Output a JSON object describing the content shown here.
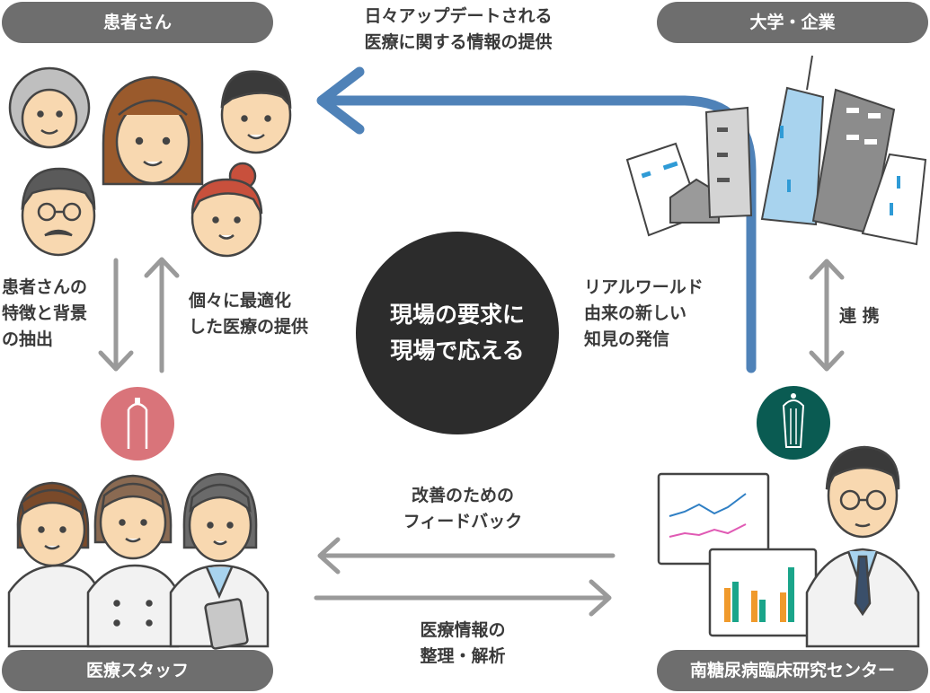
{
  "labels": {
    "patients": "患者さん",
    "university": "大学・企業",
    "medical_staff": "医療スタッフ",
    "center": "南糖尿病臨床研究センター"
  },
  "center_text": [
    "現場の要求に",
    "現場で応える"
  ],
  "arrow_texts": {
    "top": [
      "日々アップデートされる",
      "医療に関する情報の提供"
    ],
    "left_down": [
      "患者さんの",
      "特徴と背景",
      "の抽出"
    ],
    "left_up": [
      "個々に最適化",
      "した医療の提供"
    ],
    "right_middle": [
      "リアルワールド",
      "由来の新しい",
      "知見の発信"
    ],
    "right_link": "連 携",
    "feedback": [
      "改善のための",
      "フィードバック"
    ],
    "analysis": [
      "医療情報の",
      "整理・解析"
    ]
  },
  "colors": {
    "pill_bg": "#6e6e6e",
    "blue_arrow": "#4f82b8",
    "gray_arrow": "#9a9a9a",
    "pink_logo": "#d9747a",
    "teal_logo": "#0a5b52",
    "center_circle": "#2c2c2c"
  }
}
